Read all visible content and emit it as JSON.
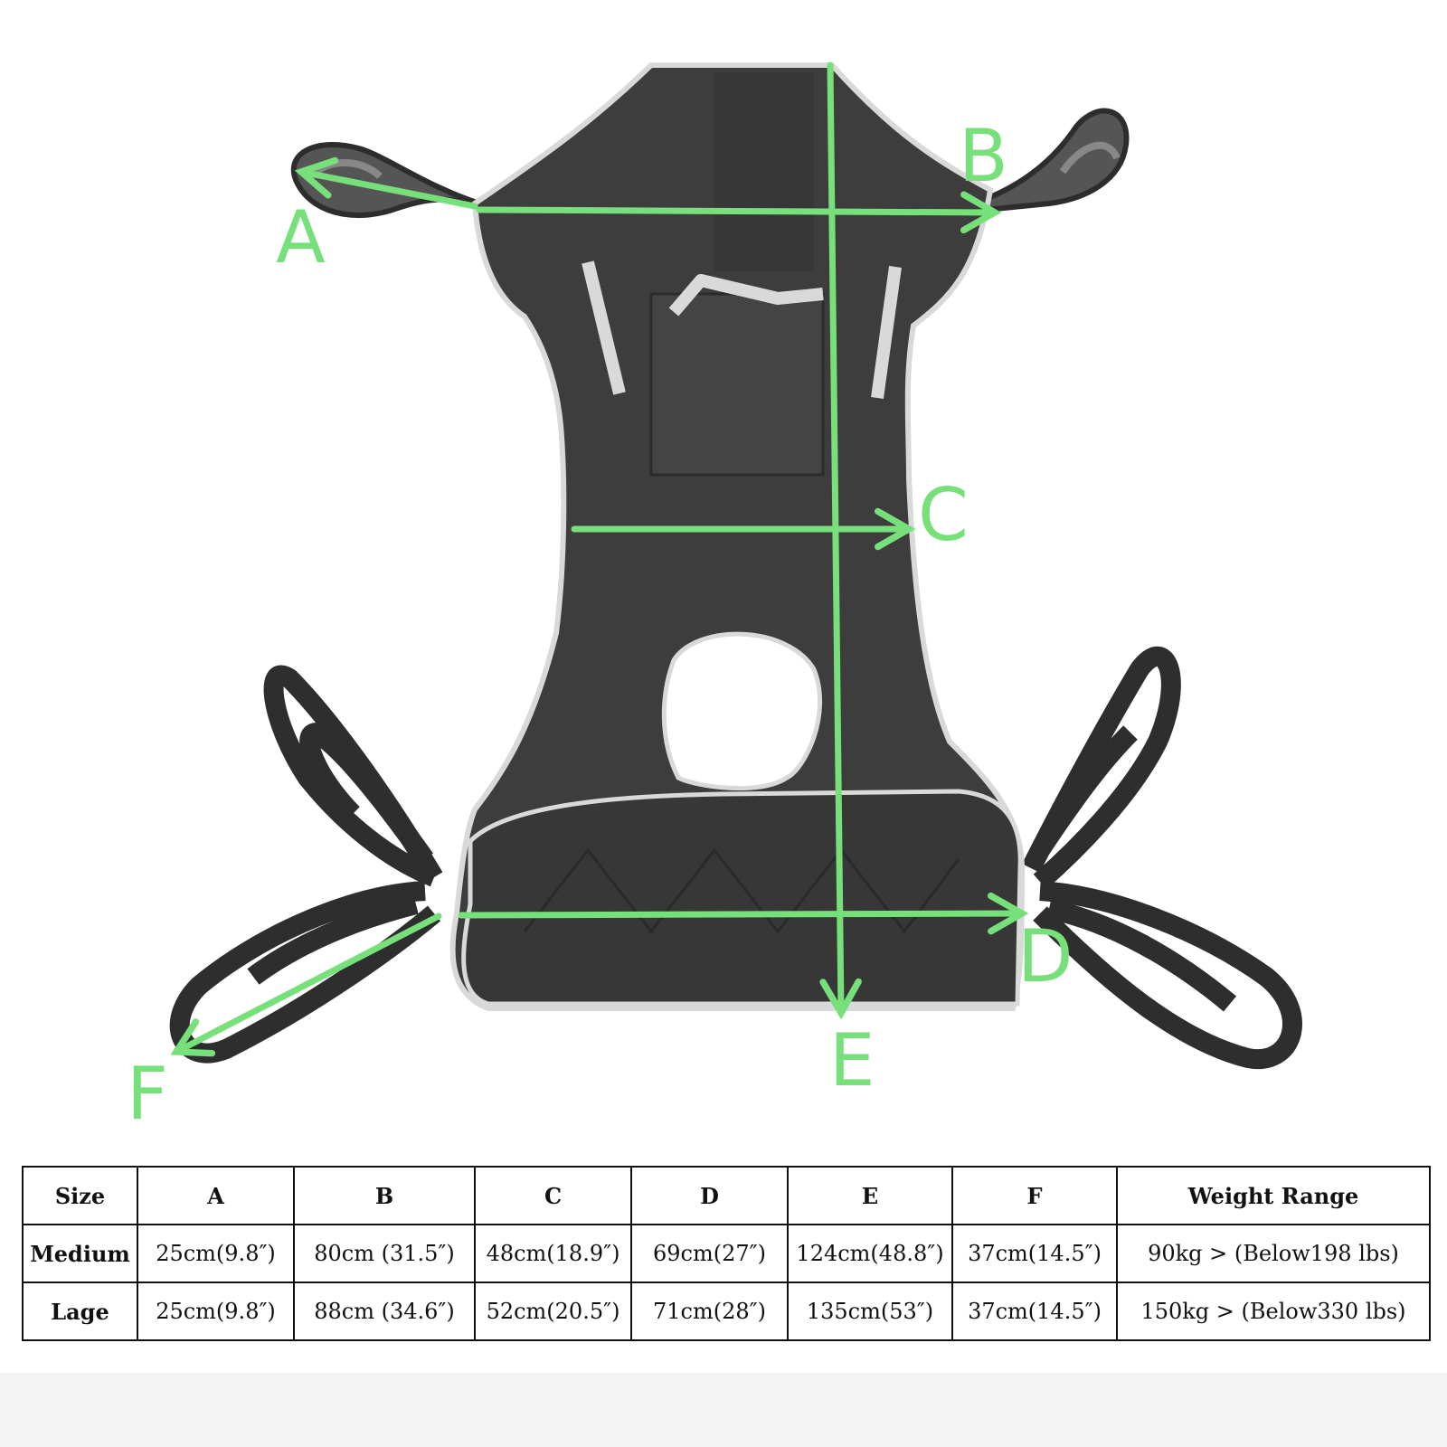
{
  "diagram": {
    "labels": [
      "A",
      "B",
      "C",
      "D",
      "E",
      "F"
    ],
    "colors": {
      "measure_line": "#77e07a",
      "fabric": "#3d3d3d",
      "fabric_dark": "#2b2b2b",
      "piping": "#d9d9d9",
      "strap": "#3a3a3a"
    }
  },
  "size_table": {
    "headers": [
      "Size",
      "A",
      "B",
      "C",
      "D",
      "E",
      "F",
      "Weight Range"
    ],
    "rows": [
      [
        "Medium",
        "25cm(9.8″)",
        "80cm (31.5″)",
        "48cm(18.9″)",
        "69cm(27″)",
        "124cm(48.8″)",
        "37cm(14.5″)",
        "90kg  >  (Below198 lbs)"
      ],
      [
        "Lage",
        "25cm(9.8″)",
        "88cm (34.6″)",
        "52cm(20.5″)",
        "71cm(28″)",
        "135cm(53″)",
        "37cm(14.5″)",
        "150kg  >  (Below330 lbs)"
      ]
    ]
  }
}
